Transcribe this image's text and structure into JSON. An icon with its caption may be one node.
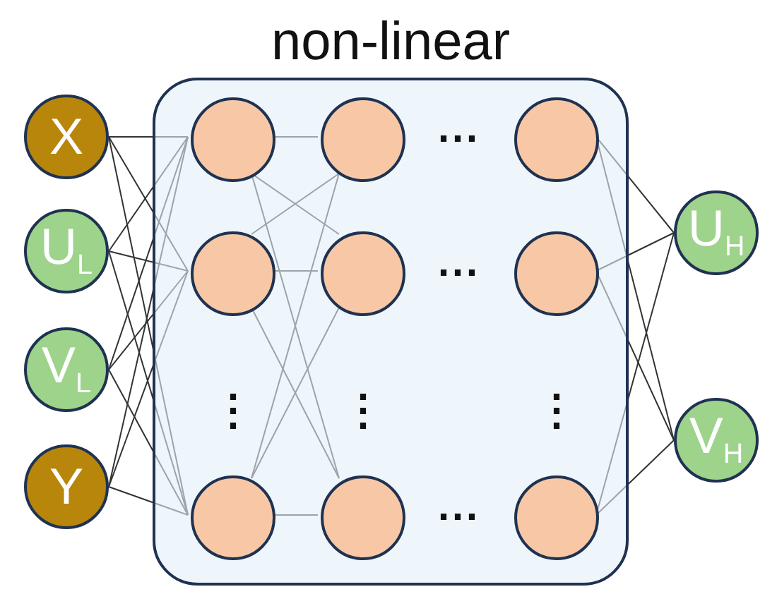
{
  "diagram": {
    "nodes": [
      {
        "text": [
          "non-linear"
        ]
      },
      {
        "text": [
          "X"
        ]
      },
      {
        "text": [
          "U$_{L}$"
        ]
      },
      {
        "text": [
          "V$_{L}$"
        ]
      },
      {
        "text": [
          "Y"
        ]
      },
      {
        "text": [],
        "shape": "circle",
        "in": 0
      },
      {
        "text": [],
        "shape": "circle",
        "in": 0
      },
      {
        "text": [],
        "shape": "circle",
        "in": 0
      },
      {
        "text": [],
        "shape": "circle",
        "in": 0
      },
      {
        "text": [],
        "shape": "circle",
        "in": 0
      },
      {
        "text": [],
        "shape": "circle",
        "in": 0
      },
      {
        "text": [],
        "shape": "circle",
        "in": 0
      },
      {
        "text": [],
        "shape": "circle",
        "in": 0
      },
      {
        "text": [],
        "shape": "circle",
        "in": 0
      },
      {
        "text": [
          "U$_{H}$"
        ]
      },
      {
        "text": [
          "V$_{H}$"
        ]
      }
    ],
    "edges": [
      {
        "from": 1,
        "to": 5,
        "arrow": "none"
      },
      {
        "from": 1,
        "to": 6,
        "arrow": "none"
      },
      {
        "from": 1,
        "to": 7,
        "arrow": "none"
      },
      {
        "from": 2,
        "to": 5,
        "arrow": "none"
      },
      {
        "from": 2,
        "to": 6,
        "arrow": "none"
      },
      {
        "from": 2,
        "to": 7,
        "arrow": "none"
      },
      {
        "from": 3,
        "to": 5,
        "arrow": "none"
      },
      {
        "from": 3,
        "to": 6,
        "arrow": "none"
      },
      {
        "from": 3,
        "to": 7,
        "arrow": "none"
      },
      {
        "from": 4,
        "to": 5,
        "arrow": "none"
      },
      {
        "from": 4,
        "to": 6,
        "arrow": "none"
      },
      {
        "from": 4,
        "to": 7,
        "arrow": "none"
      },
      {
        "from": 5,
        "to": 8,
        "arrow": "none"
      },
      {
        "from": 5,
        "to": 9,
        "arrow": "none"
      },
      {
        "from": 5,
        "to": 10,
        "arrow": "none"
      },
      {
        "from": 6,
        "to": 8,
        "arrow": "none"
      },
      {
        "from": 6,
        "to": 9,
        "arrow": "none"
      },
      {
        "from": 6,
        "to": 10,
        "arrow": "none"
      },
      {
        "from": 7,
        "to": 8,
        "arrow": "none"
      },
      {
        "from": 7,
        "to": 9,
        "arrow": "none"
      },
      {
        "from": 7,
        "to": 10,
        "arrow": "none"
      },
      {
        "from": 11,
        "to": 14,
        "arrow": "none"
      },
      {
        "from": 11,
        "to": 15,
        "arrow": "none"
      },
      {
        "from": 12,
        "to": 14,
        "arrow": "none"
      },
      {
        "from": 12,
        "to": 15,
        "arrow": "none"
      },
      {
        "from": 13,
        "to": 14,
        "arrow": "none"
      },
      {
        "from": 13,
        "to": 15,
        "arrow": "none"
      }
    ],
    "labels": [
      "⋯",
      "⋯",
      "⋮",
      "⋮",
      "⋮",
      "⋯"
    ]
  }
}
